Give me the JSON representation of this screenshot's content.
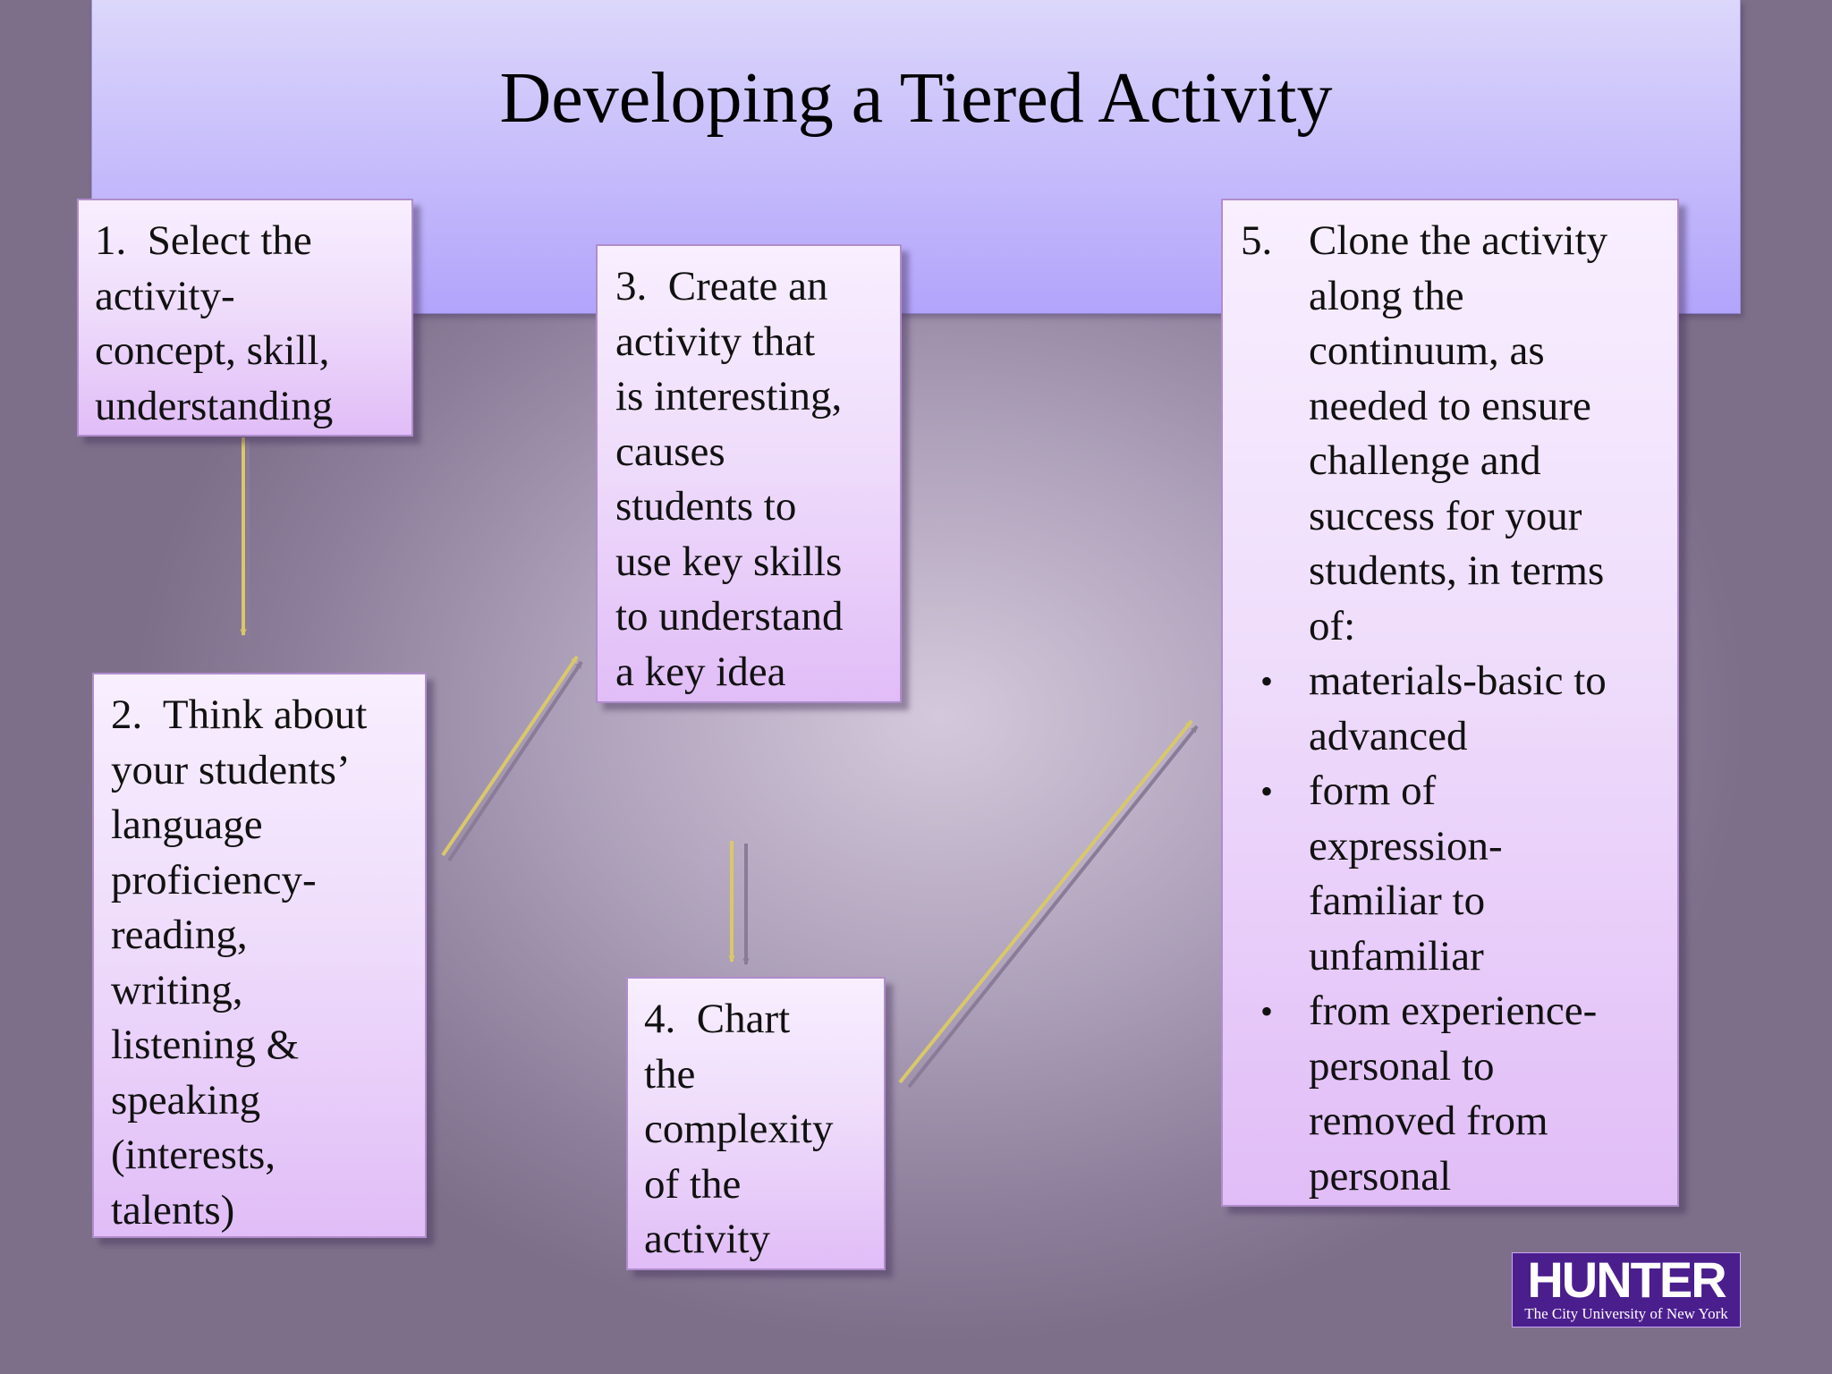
{
  "title": "Developing a Tiered Activity",
  "steps": [
    {
      "label": "1.  Select the\nactivity-\nconcept, skill,\nunderstanding"
    },
    {
      "label": "2.  Think about\nyour students’\nlanguage\nproficiency-\nreading,\nwriting,\nlistening &\nspeaking\n(interests,\ntalents)"
    },
    {
      "label": "3.  Create an\nactivity that\nis interesting,\ncauses\nstudents to\nuse key skills\nto understand\na key idea"
    },
    {
      "label": "4.  Chart\nthe\ncomplexity\nof the\nactivity"
    },
    {
      "number": "5.",
      "label": "Clone the activity\nalong the\ncontinuum, as\nneeded to ensure\nchallenge and\nsuccess for your\nstudents, in terms\nof:",
      "bullets": [
        "materials-basic to\nadvanced",
        "form of\nexpression-\nfamiliar to\nunfamiliar",
        "from experience-\npersonal to\nremoved from\npersonal"
      ]
    }
  ],
  "logo": {
    "word": "HUNTER",
    "subtitle": "The City University of New York"
  },
  "colors": {
    "title_bar": "#c9c0fb",
    "box_fill": "#efddfb",
    "arrow": "#d9c86a",
    "logo_bg": "#4b1e8e"
  }
}
